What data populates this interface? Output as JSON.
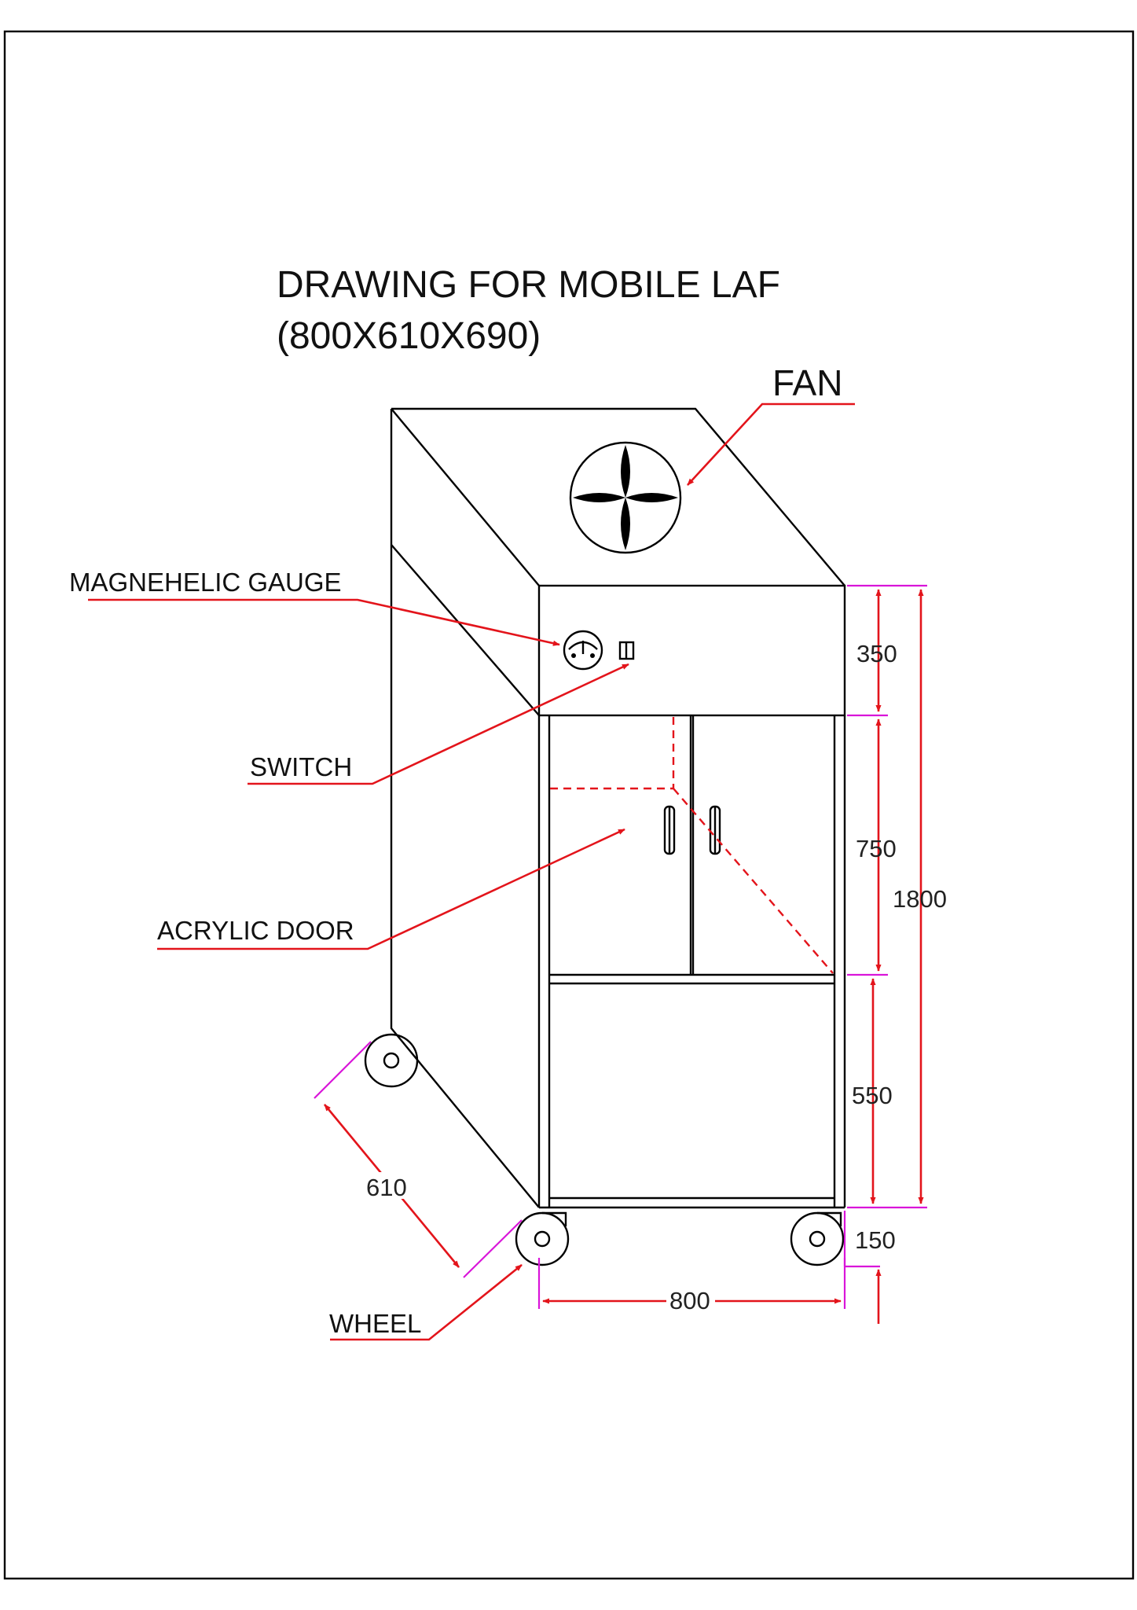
{
  "title": {
    "line1": "DRAWING FOR MOBILE LAF",
    "line2": "(800X610X690)"
  },
  "labels": {
    "fan": "FAN",
    "gauge": "MAGNEHELIC GAUGE",
    "switch": "SWITCH",
    "door": "ACRYLIC DOOR",
    "wheel": "WHEEL"
  },
  "dimensions": {
    "top_section": "350",
    "door_section": "750",
    "lower_section": "550",
    "wheel_height": "150",
    "overall_height": "1800",
    "depth": "610",
    "width": "800"
  },
  "colors": {
    "outline": "#000000",
    "leader": "#e3141b",
    "extension": "#d915d9"
  }
}
